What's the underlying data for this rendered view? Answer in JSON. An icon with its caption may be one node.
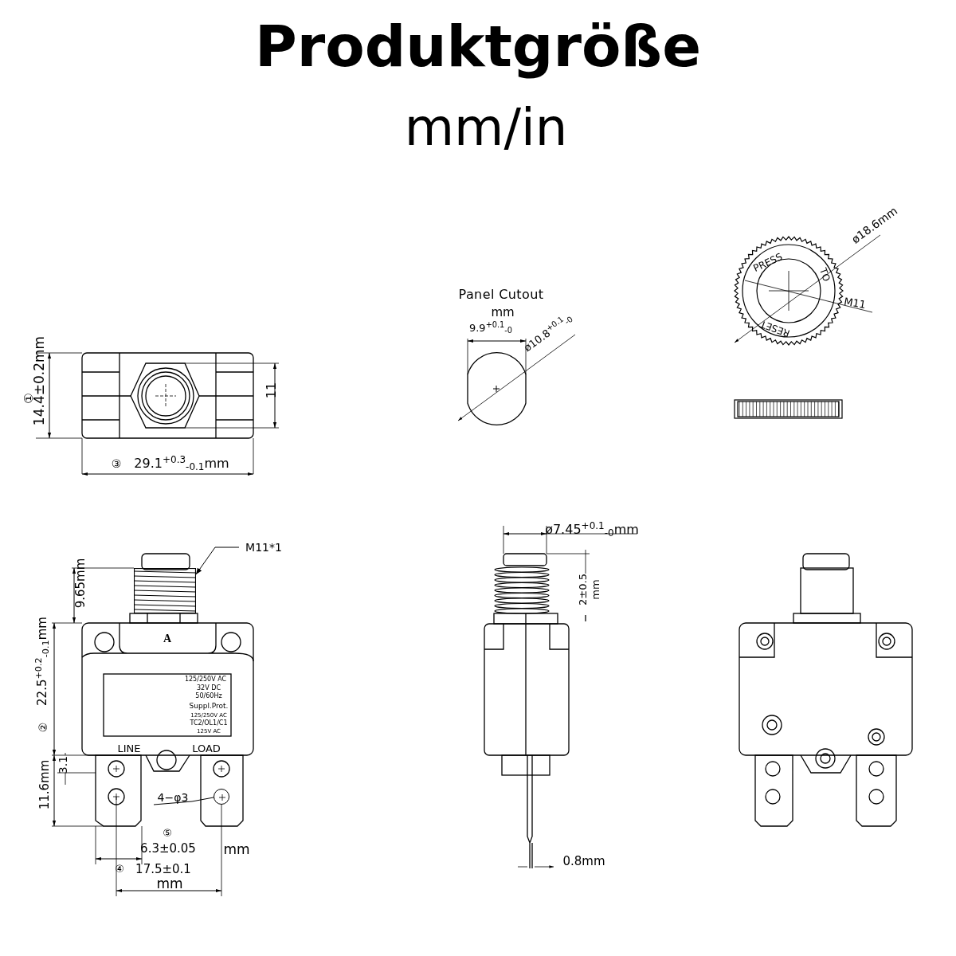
{
  "diagram": {
    "title": "Produktgröße",
    "nodes": [
      {
        "text": [
          "M11*1"
        ]
      },
      {
        "text": [],
        "shape": "picture"
      },
      {
        "text": [
          "4−φ3"
        ]
      },
      {
        "text": [],
        "shape": "circle"
      }
    ],
    "edges": [
      {
        "from": 0,
        "to": 1,
        "arrow": "to"
      },
      {
        "from": 2,
        "to": 3,
        "arrow": "none"
      }
    ],
    "labels": [
      "mm/in",
      "①",
      "14.4±0.2mm",
      "11",
      "③",
      "29.1$^{+0.3}$$_{-0.1}$mm",
      "Panel Cutout",
      "mm",
      "9.9$^{+0.1}$$_{-0}$",
      "ø10.8$^{+0.1}$$_{-0}$",
      "ø18.6mm",
      "PRESS",
      "TO",
      "RESET",
      "M11",
      "9.65mm",
      "A",
      "125/250V AC",
      "32V DC",
      "50/60Hz",
      "Suppl.Prot.",
      "125/250V AC",
      "TC2/OL1/C1",
      "125V AC",
      "②",
      "22.5$^{+0.2}$$_{-0.1}$mm",
      "LINE",
      "LOAD",
      "11.6mm",
      "3.1",
      "⑤",
      "6.3±0.05",
      "mm",
      "④",
      "17.5±0.1",
      "mm",
      "ø7.45$^{+0.1}$$_{-0}$mm",
      "2±0.5",
      "mm",
      "0.8mm"
    ]
  }
}
